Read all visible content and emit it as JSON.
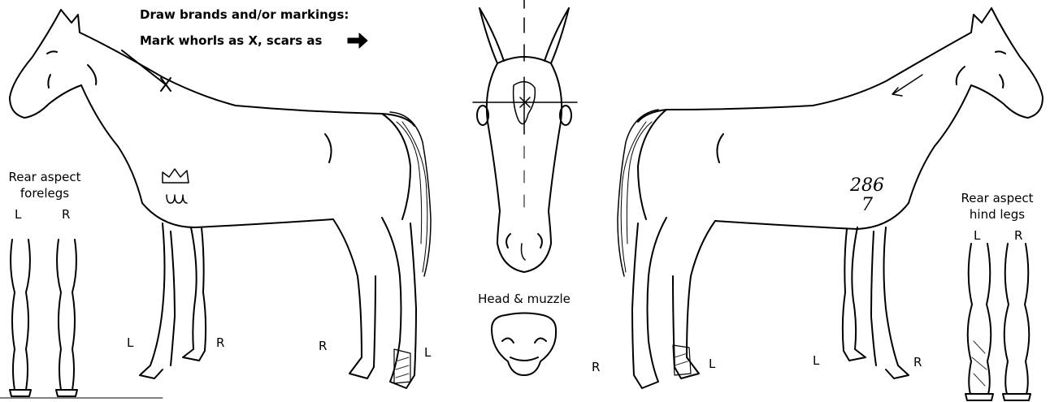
{
  "instructions": {
    "line1": "Draw brands and/or markings:",
    "line2": "Mark whorls as X, scars as",
    "arrow_icon": "right-arrow-icon"
  },
  "forelegs_panel": {
    "title_line1": "Rear aspect",
    "title_line2": "forelegs",
    "left": "L",
    "right": "R"
  },
  "hindlegs_panel": {
    "title_line1": "Rear aspect",
    "title_line2": "hind legs",
    "left": "L",
    "right": "R"
  },
  "head_panel": {
    "caption": "Head & muzzle"
  },
  "left_side_horse": {
    "leg_labels": {
      "front_left": "L",
      "front_right": "R",
      "hind_right": "R",
      "hind_left": "L"
    }
  },
  "right_side_horse": {
    "leg_labels": {
      "front_right": "R",
      "front_left": "L",
      "hind_left": "L",
      "hind_right": "R"
    }
  },
  "handwriting": {
    "number": "286",
    "digit": "7"
  },
  "colors": {
    "ink": "#000000",
    "paper": "#ffffff",
    "hatch": "#333333"
  }
}
